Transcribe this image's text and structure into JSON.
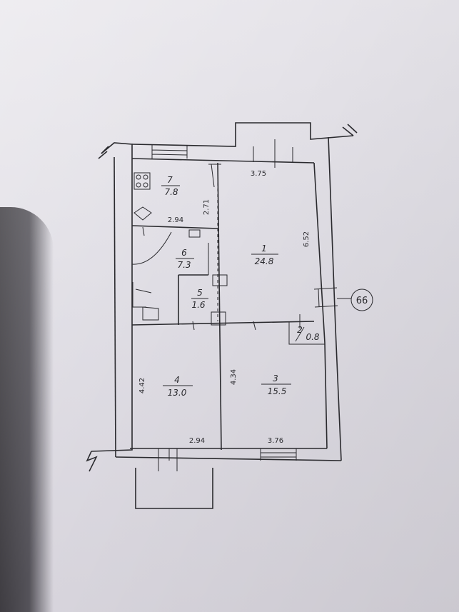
{
  "rooms": [
    {
      "number": "1",
      "area": "24.8"
    },
    {
      "number": "2",
      "area": "0.8"
    },
    {
      "number": "3",
      "area": "15.5"
    },
    {
      "number": "4",
      "area": "13.0"
    },
    {
      "number": "5",
      "area": "1.6"
    },
    {
      "number": "6",
      "area": "7.3"
    },
    {
      "number": "7",
      "area": "7.8"
    }
  ],
  "dimensions": {
    "top_right_width": "3.75",
    "kitchen_width": "2.94",
    "kitchen_height": "2.71",
    "room1_height": "6.52",
    "room4_height": "4.42",
    "room3_height": "4.34",
    "bottom_left_width": "2.94",
    "bottom_right_width": "3.76"
  },
  "axis_marker": "66"
}
